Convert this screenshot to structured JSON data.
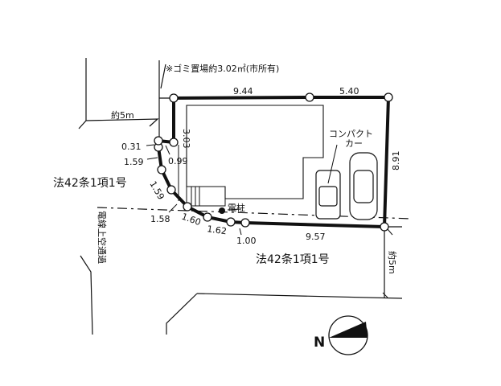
{
  "notes": {
    "garbage_area": "※ゴミ置場約3.02㎡(市所有)",
    "compact_car": [
      "コンパクト",
      "カー"
    ],
    "utility_pole": "電柱",
    "overhead_wire": "電線上空通過",
    "road_left": "法42条1項1号",
    "road_bottom": "法42条1項1号",
    "road_width_left": "約5m",
    "road_width_right": "約5m",
    "north": "N"
  },
  "dimensions": {
    "top_left": "9.44",
    "top_right": "5.40",
    "right": "8.91",
    "bottom": "9.57",
    "notch": "3.03",
    "d031": "0.31",
    "d159a": "1.59",
    "d099": "0.99",
    "d159b": "1.59",
    "d158": "1.58",
    "d160": "1.60",
    "d162": "1.62",
    "d100": "1.00"
  }
}
